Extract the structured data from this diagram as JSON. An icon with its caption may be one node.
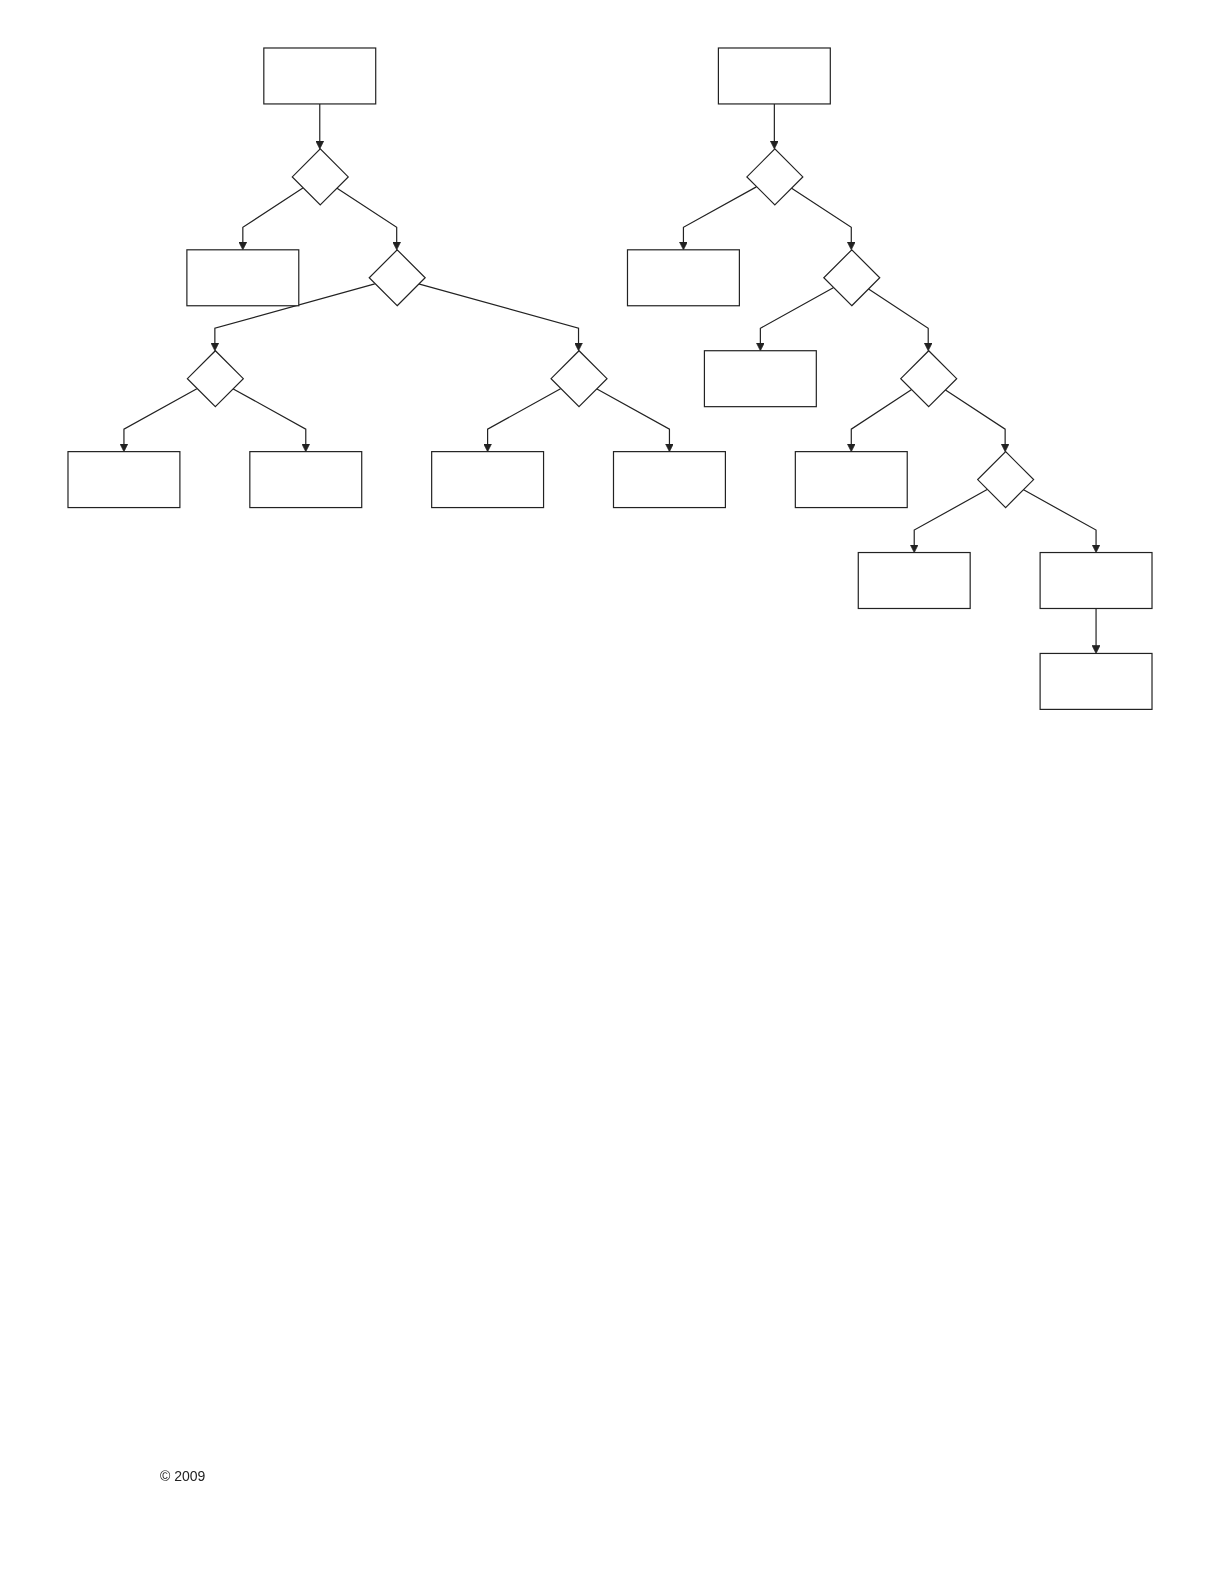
{
  "diagram": {
    "nodes": [
      {
        "text": [],
        "shape": "box"
      },
      {
        "text": [],
        "shape": "diamond"
      },
      {
        "text": [],
        "shape": "box"
      },
      {
        "text": [],
        "shape": "diamond"
      },
      {
        "text": [],
        "shape": "diamond"
      },
      {
        "text": [],
        "shape": "box"
      },
      {
        "text": [],
        "shape": "box"
      },
      {
        "text": [],
        "shape": "diamond"
      },
      {
        "text": [],
        "shape": "box"
      },
      {
        "text": [],
        "shape": "box"
      },
      {
        "text": [],
        "shape": "box"
      },
      {
        "text": [],
        "shape": "diamond"
      },
      {
        "text": [],
        "shape": "box"
      },
      {
        "text": [],
        "shape": "diamond"
      },
      {
        "text": [],
        "shape": "box"
      },
      {
        "text": [],
        "shape": "diamond"
      },
      {
        "text": [],
        "shape": "box"
      },
      {
        "text": [],
        "shape": "diamond"
      },
      {
        "text": [],
        "shape": "box"
      },
      {
        "text": [],
        "shape": "box"
      },
      {
        "text": [],
        "shape": "box"
      }
    ],
    "edges": [
      {
        "from": 0,
        "to": 1,
        "arrow": "to"
      },
      {
        "from": 1,
        "to": 2,
        "arrow": "to"
      },
      {
        "from": 1,
        "to": 3,
        "arrow": "to"
      },
      {
        "from": 3,
        "to": 4,
        "arrow": "to"
      },
      {
        "from": 4,
        "to": 5,
        "arrow": "to"
      },
      {
        "from": 4,
        "to": 6,
        "arrow": "to"
      },
      {
        "from": 3,
        "to": 7,
        "arrow": "to"
      },
      {
        "from": 7,
        "to": 8,
        "arrow": "to"
      },
      {
        "from": 7,
        "to": 9,
        "arrow": "to"
      },
      {
        "from": 10,
        "to": 11,
        "arrow": "to"
      },
      {
        "from": 11,
        "to": 12,
        "arrow": "to"
      },
      {
        "from": 11,
        "to": 13,
        "arrow": "to"
      },
      {
        "from": 13,
        "to": 14,
        "arrow": "to"
      },
      {
        "from": 13,
        "to": 15,
        "arrow": "to"
      },
      {
        "from": 15,
        "to": 16,
        "arrow": "to"
      },
      {
        "from": 15,
        "to": 17,
        "arrow": "to"
      },
      {
        "from": 17,
        "to": 18,
        "arrow": "to"
      },
      {
        "from": 17,
        "to": 19,
        "arrow": "to"
      },
      {
        "from": 19,
        "to": 20,
        "arrow": "to"
      }
    ],
    "labels": [
      "© 2009"
    ]
  }
}
